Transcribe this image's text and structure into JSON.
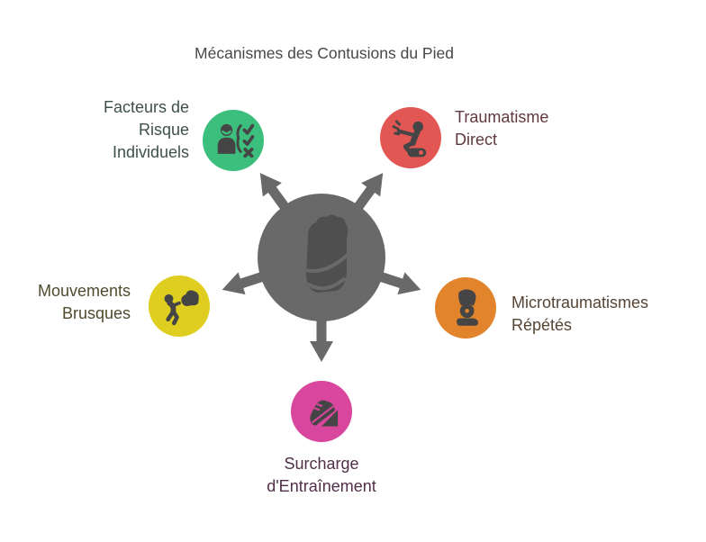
{
  "title": "Mécanismes des Contusions du Pied",
  "title_color": "#474747",
  "hub": {
    "icon": "foot-sole-icon",
    "color": "#696969",
    "icon_color": "#4F4F4F"
  },
  "nodes": [
    {
      "id": "facteurs-risque",
      "lines": [
        "Facteurs de",
        "Risque",
        "Individuels"
      ],
      "color": "#3CBE7D",
      "label_color": "#3E5147",
      "icon": "person-checklist-icon",
      "position": "upper-left"
    },
    {
      "id": "traumatisme-direct",
      "lines": [
        "Traumatisme",
        "Direct"
      ],
      "color": "#E25754",
      "label_color": "#60393F",
      "icon": "falling-person-icon",
      "position": "upper-right"
    },
    {
      "id": "mouvements-brusques",
      "lines": [
        "Mouvements",
        "Brusques"
      ],
      "color": "#DFCE1F",
      "label_color": "#4F4A2D",
      "icon": "bending-person-icon",
      "position": "left"
    },
    {
      "id": "microtraumatismes",
      "lines": [
        "Microtraumatismes",
        "Répétés"
      ],
      "color": "#E1842C",
      "label_color": "#564434",
      "icon": "ankle-joint-icon",
      "position": "right"
    },
    {
      "id": "surcharge-entrainement",
      "lines": [
        "Surcharge",
        "d'Entraînement"
      ],
      "color": "#D8479D",
      "label_color": "#512F48",
      "icon": "running-shoe-icon",
      "position": "bottom"
    }
  ]
}
